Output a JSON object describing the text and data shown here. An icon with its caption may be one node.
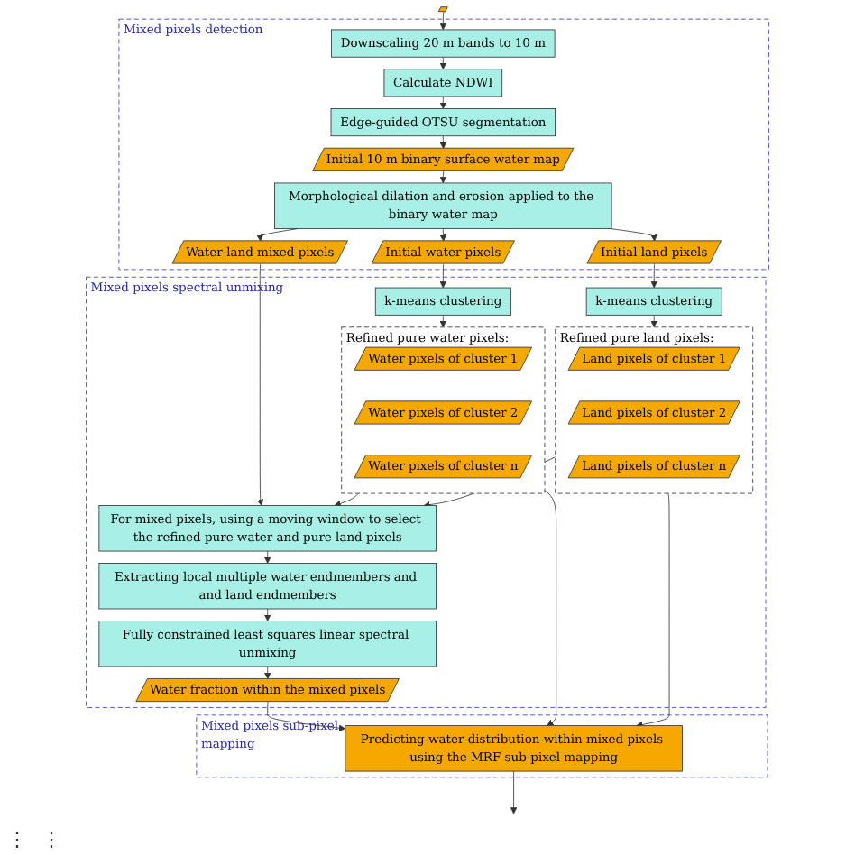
{
  "diagram": {
    "nodes": [
      {
        "text": [],
        "shape": "parallelogram"
      },
      {
        "text": [
          "Mixed pixels detection"
        ]
      },
      {
        "text": [
          "Downscaling 20 m bands to 10 m"
        ],
        "in": 1
      },
      {
        "text": [
          "Calculate NDWI"
        ],
        "in": 1
      },
      {
        "text": [
          "Edge-guided OTSU segmentation"
        ],
        "in": 1
      },
      {
        "text": [
          "Initial 10 m binary surface water map"
        ],
        "in": 1
      },
      {
        "text": [
          "Morphological dilation and erosion applied to the binary water map"
        ],
        "in": 1
      },
      {
        "text": [
          "Initial water pixels"
        ],
        "in": 1
      },
      {
        "text": [
          "Initial land pixels"
        ],
        "in": 1
      },
      {
        "text": [
          "Water-land mixed pixels"
        ],
        "in": 1
      },
      {
        "text": [
          "Mixed pixels spectral unmixing"
        ]
      },
      {
        "text": [
          "k-means clustering"
        ],
        "in": 10
      },
      {
        "text": [
          "k-means clustering"
        ],
        "in": 10
      },
      {
        "text": [
          "Refined pure water pixels:"
        ],
        "in": 10
      },
      {
        "text": [
          "Water pixels of cluster 1"
        ],
        "in": 13
      },
      {
        "text": [
          "Water pixels of cluster 2"
        ],
        "in": 13
      },
      {
        "text": [
          "Water pixels of cluster n"
        ],
        "in": 13
      },
      {
        "text": [
          "Refined pure land pixels:"
        ],
        "in": 10
      },
      {
        "text": [
          "Land pixels of cluster 1"
        ],
        "in": 17
      },
      {
        "text": [
          "Land pixels of cluster 2"
        ],
        "in": 17
      },
      {
        "text": [
          "Land pixels of cluster n"
        ],
        "in": 17
      },
      {
        "text": [
          "For mixed pixels, using a moving window to select the refined pure water and pure land pixels"
        ],
        "in": 10
      },
      {
        "text": [
          "Extracting local multiple water endmembers and and land endmembers"
        ],
        "in": 10
      },
      {
        "text": [
          "Fully constrained least squares linear spectral unmixing"
        ],
        "in": 10
      },
      {
        "text": [
          "Water fraction within the mixed pixels"
        ],
        "in": 10
      },
      {
        "text": [
          "Mixed pixels sub-pixel mapping"
        ]
      },
      {
        "text": [
          "Predicting water distribution within mixed pixels using the MRF sub-pixel mapping"
        ],
        "in": 25
      }
    ],
    "edges": [
      {
        "from": 0,
        "to": 2,
        "arrow": "to"
      },
      {
        "from": 2,
        "to": 3,
        "arrow": "to"
      },
      {
        "from": 3,
        "to": 4,
        "arrow": "to"
      },
      {
        "from": 4,
        "to": 5,
        "arrow": "to"
      },
      {
        "from": 5,
        "to": 6,
        "arrow": "to"
      },
      {
        "from": 6,
        "to": 7,
        "arrow": "to"
      },
      {
        "from": 6,
        "to": 8,
        "arrow": "to"
      },
      {
        "from": 6,
        "to": 9,
        "arrow": "to"
      },
      {
        "from": 7,
        "to": 11,
        "arrow": "to"
      },
      {
        "from": 8,
        "to": 12,
        "arrow": "to"
      },
      {
        "from": 11,
        "to": 13,
        "arrow": "to"
      },
      {
        "from": 12,
        "to": 17,
        "arrow": "to"
      },
      {
        "from": 9,
        "to": 21,
        "arrow": "to"
      },
      {
        "from": 21,
        "to": 22,
        "arrow": "to"
      },
      {
        "from": 22,
        "to": 23,
        "arrow": "to"
      },
      {
        "from": 23,
        "to": 24,
        "arrow": "to"
      },
      {
        "from": 13,
        "to": 26,
        "arrow": "to"
      },
      {
        "from": 17,
        "to": 26,
        "arrow": "to"
      },
      {
        "from": 13,
        "to": 21,
        "arrow": "to"
      },
      {
        "from": 17,
        "to": 21,
        "arrow": "to"
      },
      {
        "from": 24,
        "to": 26,
        "arrow": "to"
      },
      {
        "from": 26,
        "to": null,
        "arrow": "to"
      }
    ],
    "labels": [
      "⋮",
      "⋮"
    ]
  }
}
